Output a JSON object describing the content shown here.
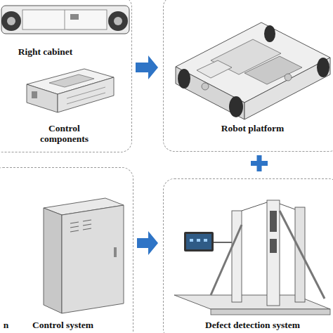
{
  "diagram": {
    "nodes": [
      {
        "text": [
          "Right cabinet",
          "Control components"
        ]
      },
      {
        "text": [
          "Robot platform"
        ]
      },
      {
        "text": [
          "n",
          "Control system"
        ]
      },
      {
        "text": [
          "Defect detection system"
        ]
      }
    ],
    "edges": [
      {
        "from": 0,
        "to": 1,
        "arrow": "to"
      },
      {
        "from": 2,
        "to": 3,
        "arrow": "to"
      }
    ]
  }
}
